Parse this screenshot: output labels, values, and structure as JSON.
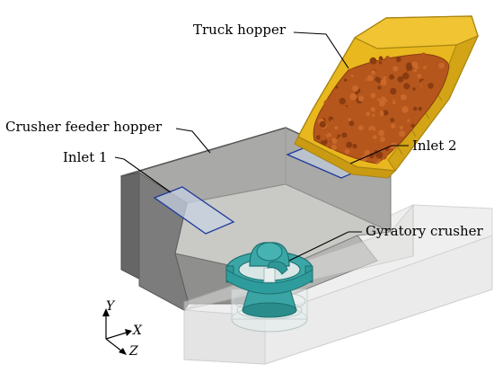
{
  "labels": {
    "truck_hopper": "Truck hopper",
    "crusher_feeder_hopper": "Crusher feeder hopper",
    "inlet_1": "Inlet 1",
    "inlet_2": "Inlet 2",
    "gyratory_crusher": "Gyratory crusher"
  },
  "axes": {
    "y": "Y",
    "x": "X",
    "z": "Z"
  },
  "colors": {
    "truck_body": "#e8b81e",
    "truck_edge": "#a88412",
    "ore": "#b5561c",
    "ore_dark": "#8a3c10",
    "hopper_wall_dark": "#6f6f6f",
    "hopper_wall_light": "#9c9c9c",
    "hopper_floor": "#c9c9c6",
    "inlet_outline": "#1f3a9c",
    "crusher": "#2e9c9c",
    "crusher_dark": "#1d6f70",
    "transparent_box": "#e6e6e6"
  }
}
